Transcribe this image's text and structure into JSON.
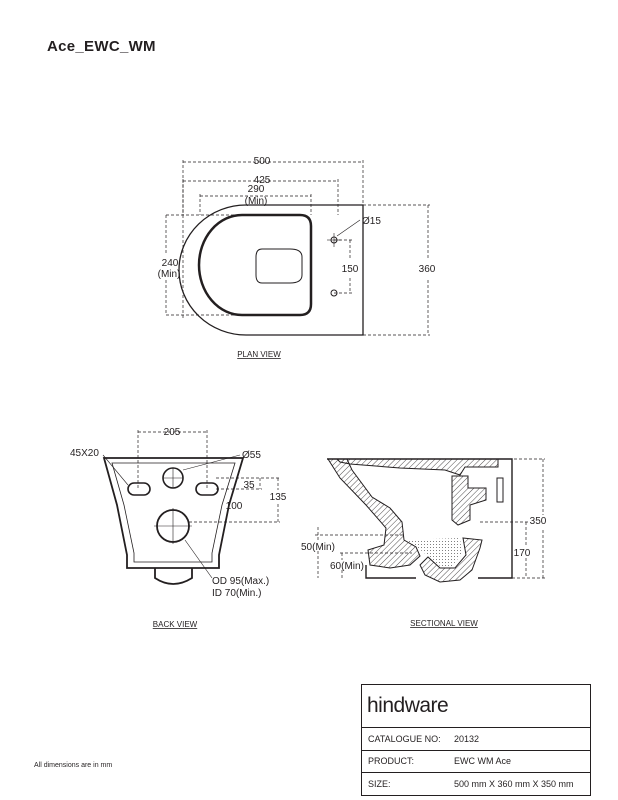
{
  "title": "Ace_EWC_WM",
  "plan_view": {
    "caption": "PLAN VIEW",
    "dims": {
      "d500": "500",
      "d425": "425",
      "d290": "290",
      "d290_note": "(Min)",
      "d240": "240",
      "d240_note": "(Min)",
      "d15": "Ø15",
      "d150": "150",
      "d360": "360"
    }
  },
  "back_view": {
    "caption": "BACK VIEW",
    "dims": {
      "d45x20": "45X20",
      "d205": "205",
      "d55": "Ø55",
      "d35": "35",
      "d135": "135",
      "d100": "100",
      "od": "OD 95(Max.)",
      "id": "ID 70(Min.)"
    }
  },
  "sectional_view": {
    "caption": "SECTIONAL VIEW",
    "dims": {
      "d350": "350",
      "d50": "50(Min)",
      "d170": "170",
      "d60": "60(Min)"
    }
  },
  "footnote": "All dimensions are in mm",
  "title_block": {
    "brand": "hindware",
    "rows": [
      {
        "key": "CATALOGUE NO:",
        "value": "20132"
      },
      {
        "key": "PRODUCT:",
        "value": "EWC WM Ace"
      },
      {
        "key": "SIZE:",
        "value": "500 mm X 360 mm X 350 mm"
      }
    ]
  }
}
